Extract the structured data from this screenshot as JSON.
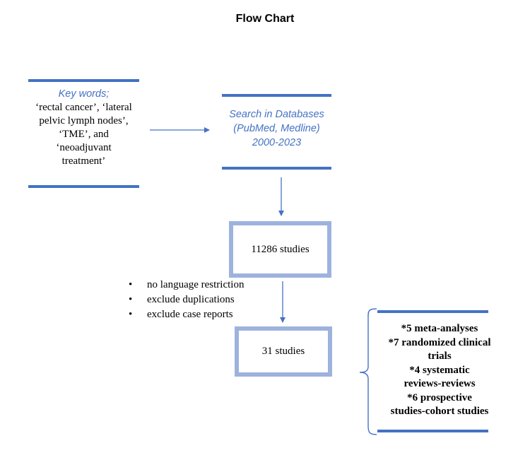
{
  "title": "Flow Chart",
  "keywords_box": {
    "heading": "Key words;",
    "lines": [
      "‘rectal cancer’, ‘lateral",
      "pelvic lymph nodes’,",
      "‘TME’, and",
      "‘neoadjuvant",
      "treatment’"
    ]
  },
  "search_box": {
    "lines": [
      "Search in Databases",
      "(PubMed, Medline)",
      "2000-2023"
    ]
  },
  "studies_box": {
    "label": "11286 studies"
  },
  "filters": [
    "no language restriction",
    "exclude duplications",
    "exclude case reports"
  ],
  "final_box": {
    "label": "31 studies"
  },
  "results": {
    "lines": [
      "*5 meta-analyses",
      "*7 randomized clinical",
      "trials",
      "*4 systematic",
      "reviews-reviews",
      "*6 prospective",
      "studies-cohort studies"
    ]
  },
  "colors": {
    "accent": "#4472c4",
    "box_border": "#9db3de"
  }
}
